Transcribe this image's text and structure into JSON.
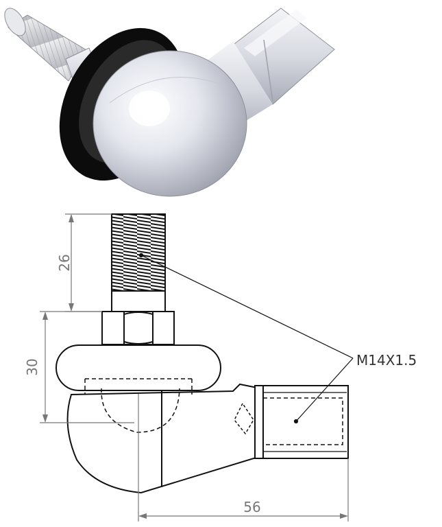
{
  "drawing": {
    "thread_spec": "M14X1.5",
    "dimensions": {
      "stud_length": "26",
      "body_height": "30",
      "overall_length": "56"
    }
  }
}
